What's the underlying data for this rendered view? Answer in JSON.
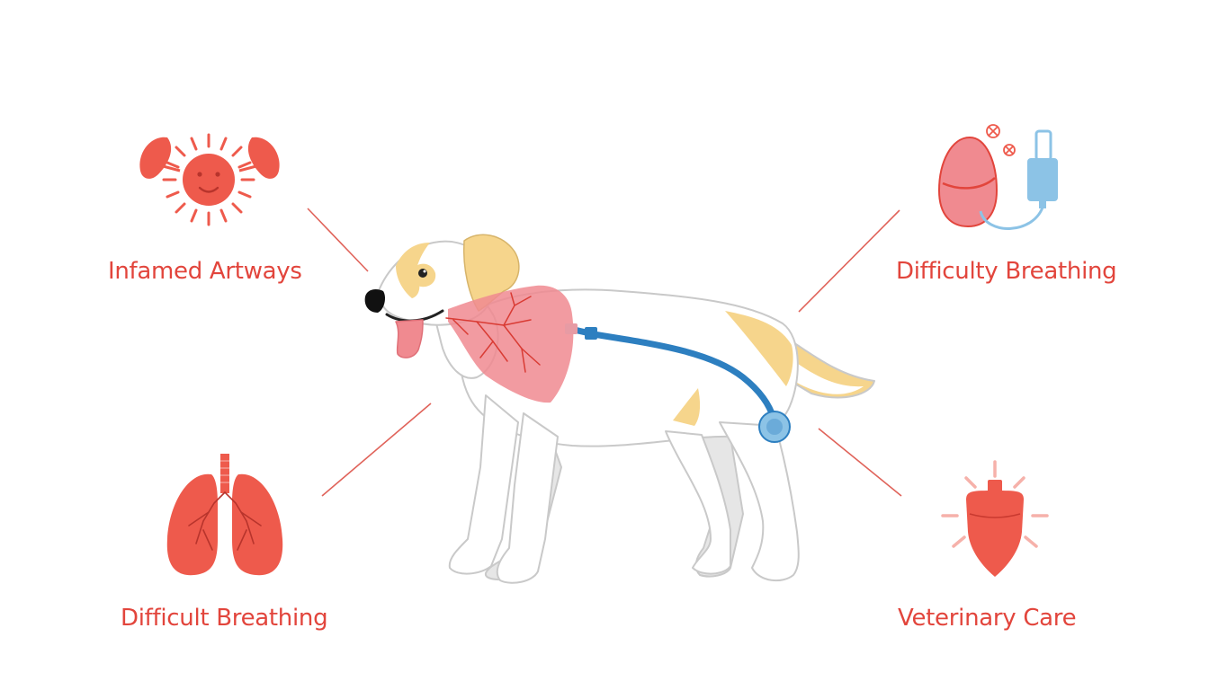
{
  "labels": {
    "top_left": "Infamed Artways",
    "top_right": "Difficulty Breathing",
    "bottom_left": "Difficult Breathing",
    "bottom_right": "Veterinary Care"
  },
  "colors": {
    "label_red": "#e2453c",
    "icon_red": "#ee5a4c",
    "lung_overlay": "#f08a90",
    "dog_outline": "#c9c9c9",
    "dog_patch": "#f6d58c",
    "tube_blue": "#2d7fc0",
    "device_blue": "#8cc3e6",
    "connector_line": "#e0635a"
  },
  "icons": {
    "top_left": "inflamed-airway-icon",
    "top_right": "breathing-device-icon",
    "bottom_left": "lungs-icon",
    "bottom_right": "heart-care-icon",
    "center": "dog-illustration"
  }
}
